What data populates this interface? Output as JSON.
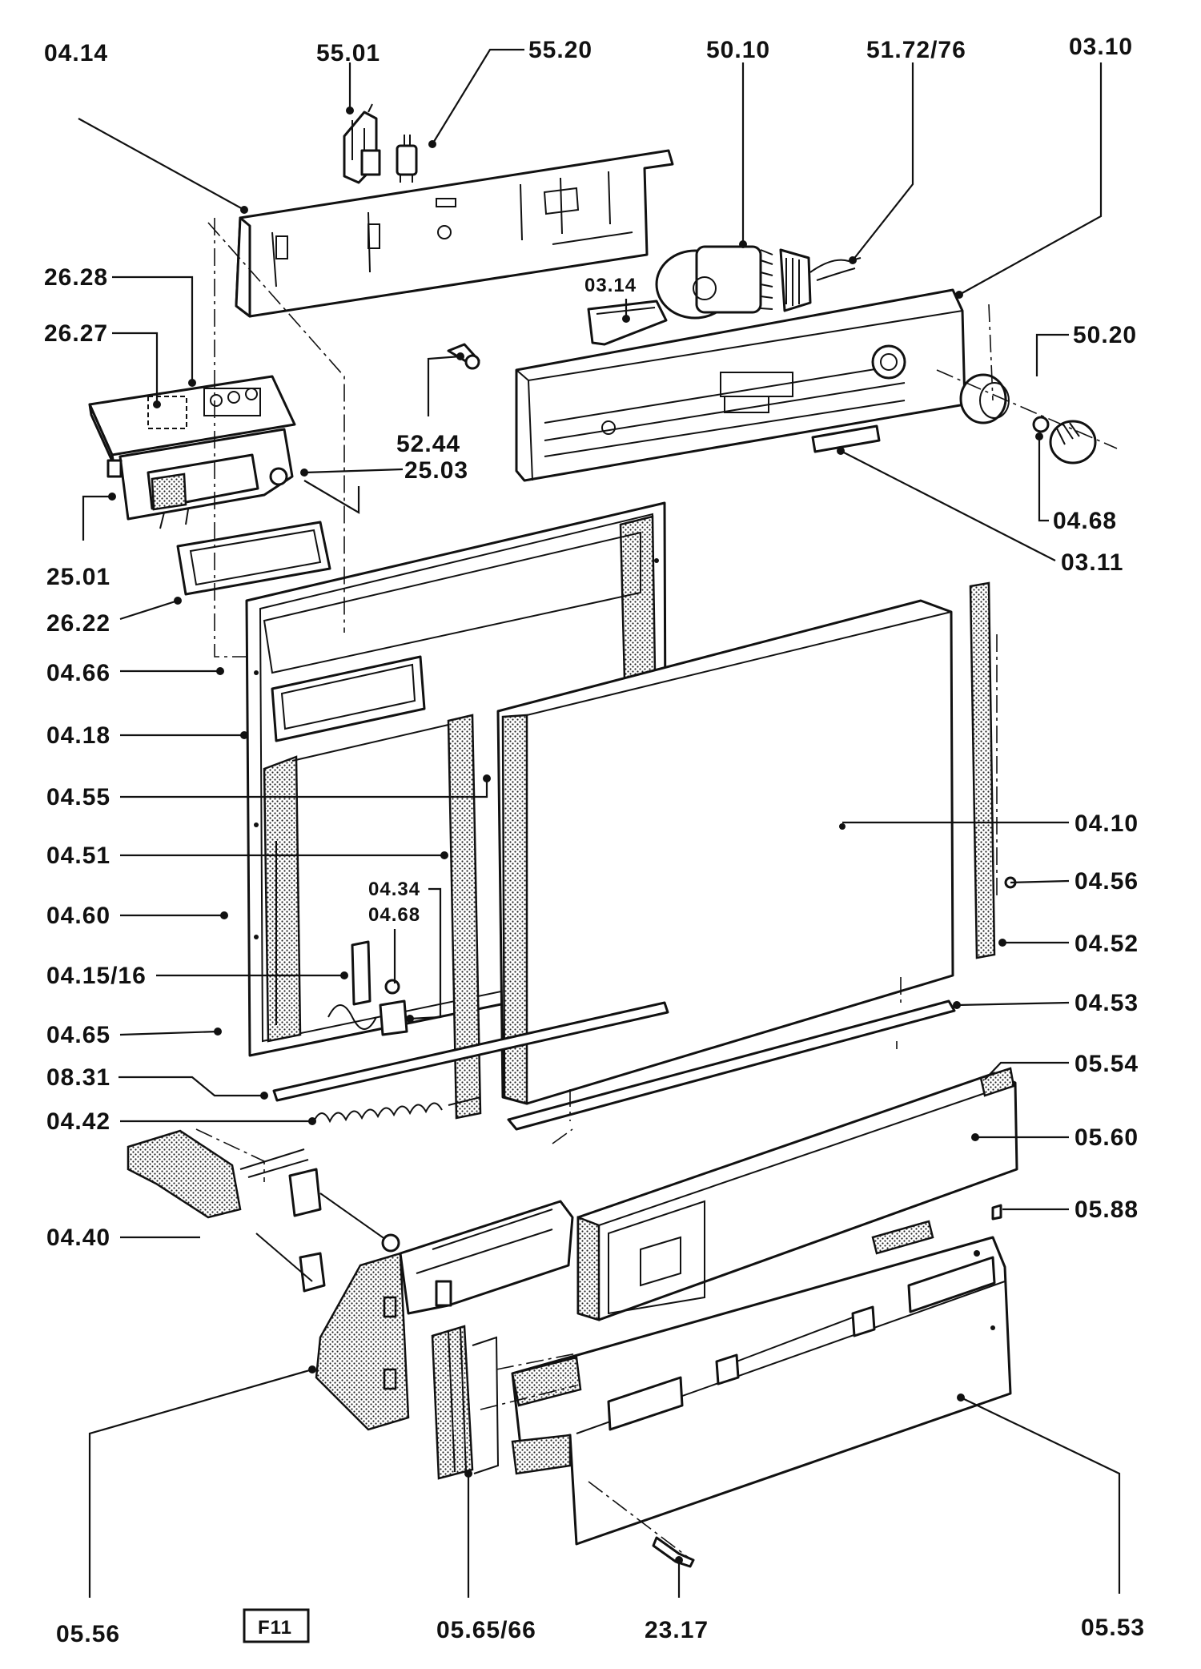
{
  "diagram": {
    "part_labels": {
      "p0414": "04.14",
      "p5501": "55.01",
      "p5520": "55.20",
      "p5010": "50.10",
      "p5172": "51.72/76",
      "p0310": "03.10",
      "p2628": "26.28",
      "p2627": "26.27",
      "p0314": "03.14",
      "p5020": "50.20",
      "p5244": "52.44",
      "p2503": "25.03",
      "p0468a": "04.68",
      "p2501": "25.01",
      "p0311": "03.11",
      "p2622": "26.22",
      "p0466": "04.66",
      "p0418": "04.18",
      "p0410": "04.10",
      "p0455": "04.55",
      "p0451": "04.51",
      "p0434": "04.34",
      "p0456": "04.56",
      "p0468b": "04.68",
      "p0460": "04.60",
      "p0452": "04.52",
      "p041516": "04.15/16",
      "p0465": "04.65",
      "p0453": "04.53",
      "p0831": "08.31",
      "p0554": "05.54",
      "p0442": "04.42",
      "p0560": "05.60",
      "p0588": "05.88",
      "p0440": "04.40",
      "p0556": "05.56",
      "p056566": "05.65/66",
      "p2317": "23.17",
      "p0553": "05.53"
    },
    "figure_tag": "F11"
  }
}
